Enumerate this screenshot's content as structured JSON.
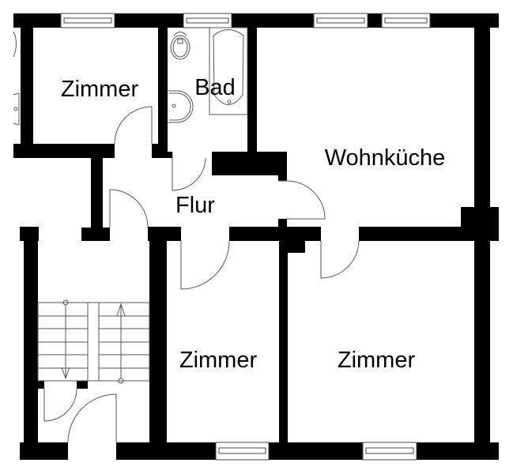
{
  "plan": {
    "rooms": {
      "zimmer_top_left": "Zimmer",
      "bad": "Bad",
      "wohnkueche": "Wohnküche",
      "flur": "Flur",
      "zimmer_bottom_middle": "Zimmer",
      "zimmer_bottom_right": "Zimmer"
    },
    "colors": {
      "wall": "#000000",
      "background": "#ffffff",
      "line": "#555555"
    }
  }
}
